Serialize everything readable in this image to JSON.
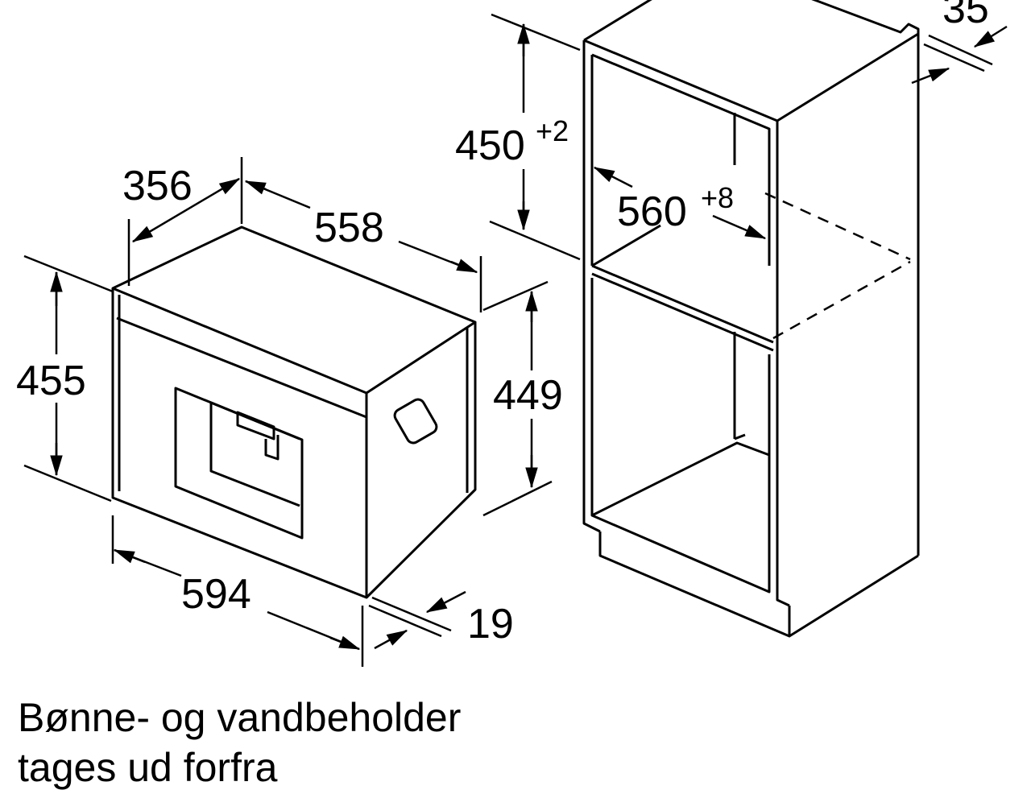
{
  "appliance": {
    "depth_label": "356",
    "width_top_label": "558",
    "height_front_label": "455",
    "height_side_label": "449",
    "width_front_label": "594",
    "front_thickness_label": "19"
  },
  "niche": {
    "height_label": "450",
    "height_tolerance": "+2",
    "width_label": "560",
    "width_tolerance": "+8",
    "rear_gap_label": "35"
  },
  "note": {
    "line1": "Bønne- og vandbeholder",
    "line2": "tages ud forfra"
  }
}
